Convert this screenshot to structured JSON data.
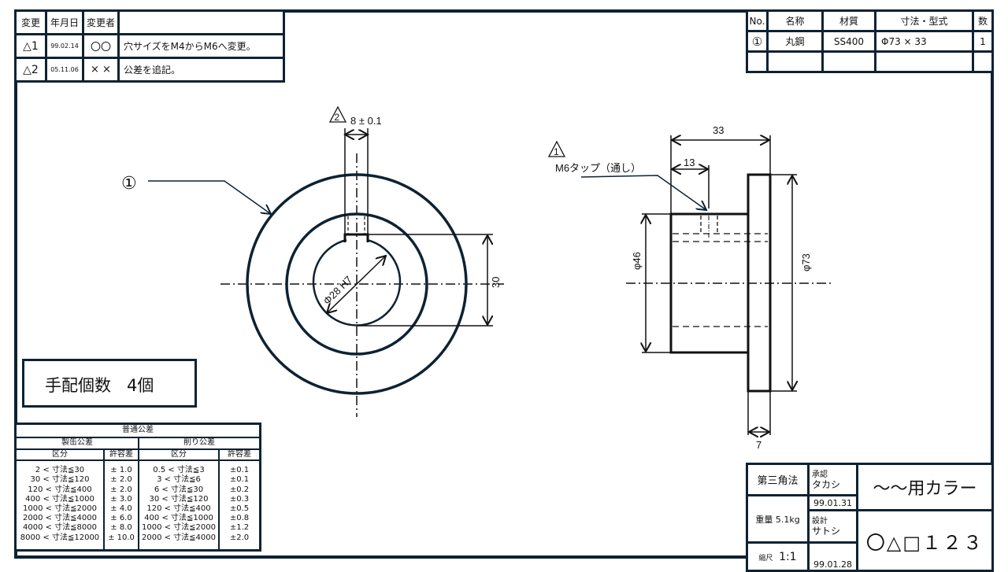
{
  "revision_table": {
    "headers": [
      "変更",
      "年月日",
      "変更者",
      ""
    ],
    "rows": [
      {
        "mark": "△1",
        "date": "99.02.14",
        "by": "〇〇",
        "content": "穴サイズをM4からM6へ変更。"
      },
      {
        "mark": "△2",
        "date": "05.11.06",
        "by": "× ×",
        "content": "公差を追記。"
      }
    ]
  },
  "parts_table": {
    "headers": [
      "No.",
      "名称",
      "材質",
      "寸法・型式",
      "数"
    ],
    "rows": [
      {
        "no": "①",
        "name": "丸鋼",
        "material": "SS400",
        "size": "Φ73 × 33",
        "qty": "1"
      }
    ]
  },
  "order_qty": {
    "label": "手配個数",
    "value": "4個"
  },
  "tolerance_table": {
    "title": "普通公差",
    "groups": [
      "製缶公差",
      "削り公差"
    ],
    "headers": [
      "区分",
      "許容差",
      "区分",
      "許容差"
    ],
    "fab_ranges": [
      "2 < 寸法≦30",
      "30 < 寸法≦120",
      "120 < 寸法≦400",
      "400 < 寸法≦1000",
      "1000 < 寸法≦2000",
      "2000 < 寸法≦4000",
      "4000 < 寸法≦8000",
      "8000 < 寸法≦12000"
    ],
    "fab_tols": [
      "± 1.0",
      "± 2.0",
      "± 2.0",
      "± 3.0",
      "± 4.0",
      "± 6.0",
      "± 8.0",
      "± 10.0"
    ],
    "mach_ranges": [
      "0.5 < 寸法≦3",
      "3 < 寸法≦6",
      "6 < 寸法≦30",
      "30 < 寸法≦120",
      "120 < 寸法≦400",
      "400 < 寸法≦1000",
      "1000 < 寸法≦2000",
      "2000 < 寸法≦4000"
    ],
    "mach_tols": [
      "±0.1",
      "±0.1",
      "±0.2",
      "±0.3",
      "±0.5",
      "±0.8",
      "±1.2",
      "±2.0"
    ]
  },
  "title_block": {
    "projection": "第三角法",
    "weight": "重量 5.1kg",
    "scale_label": "縮尺",
    "scale": "1:1",
    "approve_label": "承認",
    "approver": "タカシ",
    "approve_date": "99.01.31",
    "design_label": "設計",
    "designer": "サトシ",
    "design_date": "99.01.28",
    "title": "～～用カラー",
    "drawing_no": "〇△□１２３"
  },
  "drawing": {
    "part_balloon": "①",
    "rev2_mark": "2",
    "rev1_mark": "1",
    "dim_key_width": "8 ± 0.1",
    "dim_bore": "Φ28 H7",
    "dim_key_depth": "30",
    "dim_length": "33",
    "dim_tap_pos": "13",
    "tap_note": "M6タップ（通し）",
    "dim_body_dia": "φ46",
    "dim_flange_dia": "φ73",
    "dim_flange_thk": "7"
  }
}
